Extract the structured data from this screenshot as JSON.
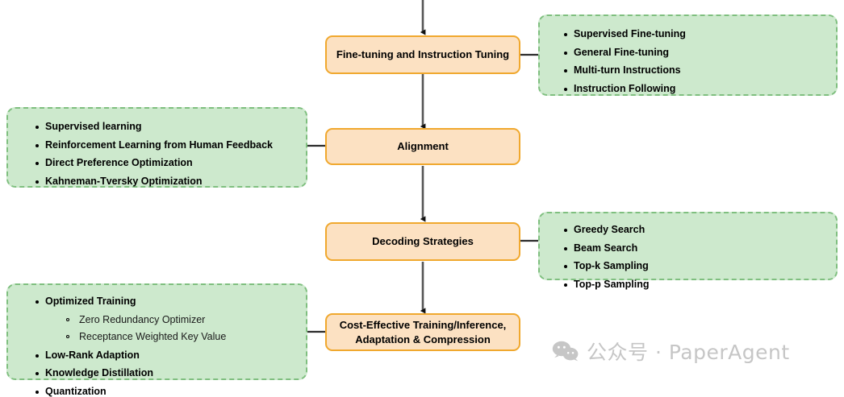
{
  "diagram": {
    "title": "LLM Post-Training Pipeline",
    "colors": {
      "stage_fill": "#fce1c2",
      "stage_border": "#f0a82e",
      "detail_fill": "#cde9cd",
      "detail_border": "#7fbf7f",
      "connector": "#555555",
      "link_line": "#3a3a3a",
      "text": "#000000",
      "watermark": "#c6c6c6"
    },
    "stages": [
      {
        "id": "fine-tuning",
        "label": "Fine-tuning and Instruction Tuning"
      },
      {
        "id": "alignment",
        "label": "Alignment"
      },
      {
        "id": "decoding",
        "label": "Decoding Strategies"
      },
      {
        "id": "cost-effective",
        "label": "Cost-Effective Training/Inference,\nAdaptation & Compression"
      }
    ],
    "details": [
      {
        "id": "fine-tuning-details",
        "for_stage": "fine-tuning",
        "side": "right",
        "items": [
          {
            "text": "Supervised Fine-tuning"
          },
          {
            "text": "General Fine-tuning"
          },
          {
            "text": "Multi-turn Instructions"
          },
          {
            "text": "Instruction Following"
          }
        ]
      },
      {
        "id": "alignment-details",
        "for_stage": "alignment",
        "side": "left",
        "items": [
          {
            "text": "Supervised learning"
          },
          {
            "text": "Reinforcement Learning from Human Feedback"
          },
          {
            "text": "Direct Preference Optimization"
          },
          {
            "text": "Kahneman-Tversky Optimization"
          }
        ]
      },
      {
        "id": "decoding-details",
        "for_stage": "decoding",
        "side": "right",
        "items": [
          {
            "text": "Greedy Search"
          },
          {
            "text": "Beam Search"
          },
          {
            "text": "Top-k Sampling"
          },
          {
            "text": "Top-p Sampling"
          }
        ]
      },
      {
        "id": "cost-effective-details",
        "for_stage": "cost-effective",
        "side": "left",
        "items": [
          {
            "text": "Optimized Training",
            "subitems": [
              {
                "text": "Zero Redundancy Optimizer"
              },
              {
                "text": "Receptance Weighted Key Value"
              }
            ]
          },
          {
            "text": "Low-Rank Adaption"
          },
          {
            "text": "Knowledge Distillation"
          },
          {
            "text": "Quantization"
          }
        ]
      }
    ],
    "flow_arrows": [
      {
        "from": "top-of-diagram",
        "to": "fine-tuning"
      },
      {
        "from": "fine-tuning",
        "to": "alignment"
      },
      {
        "from": "alignment",
        "to": "decoding"
      },
      {
        "from": "decoding",
        "to": "cost-effective"
      }
    ],
    "connector_links": [
      {
        "stage": "fine-tuning",
        "detail": "fine-tuning-details",
        "side": "right"
      },
      {
        "stage": "alignment",
        "detail": "alignment-details",
        "side": "left"
      },
      {
        "stage": "decoding",
        "detail": "decoding-details",
        "side": "right"
      },
      {
        "stage": "cost-effective",
        "detail": "cost-effective-details",
        "side": "left"
      }
    ]
  },
  "watermark": {
    "icon": "wechat-icon",
    "text": "公众号 · PaperAgent"
  }
}
